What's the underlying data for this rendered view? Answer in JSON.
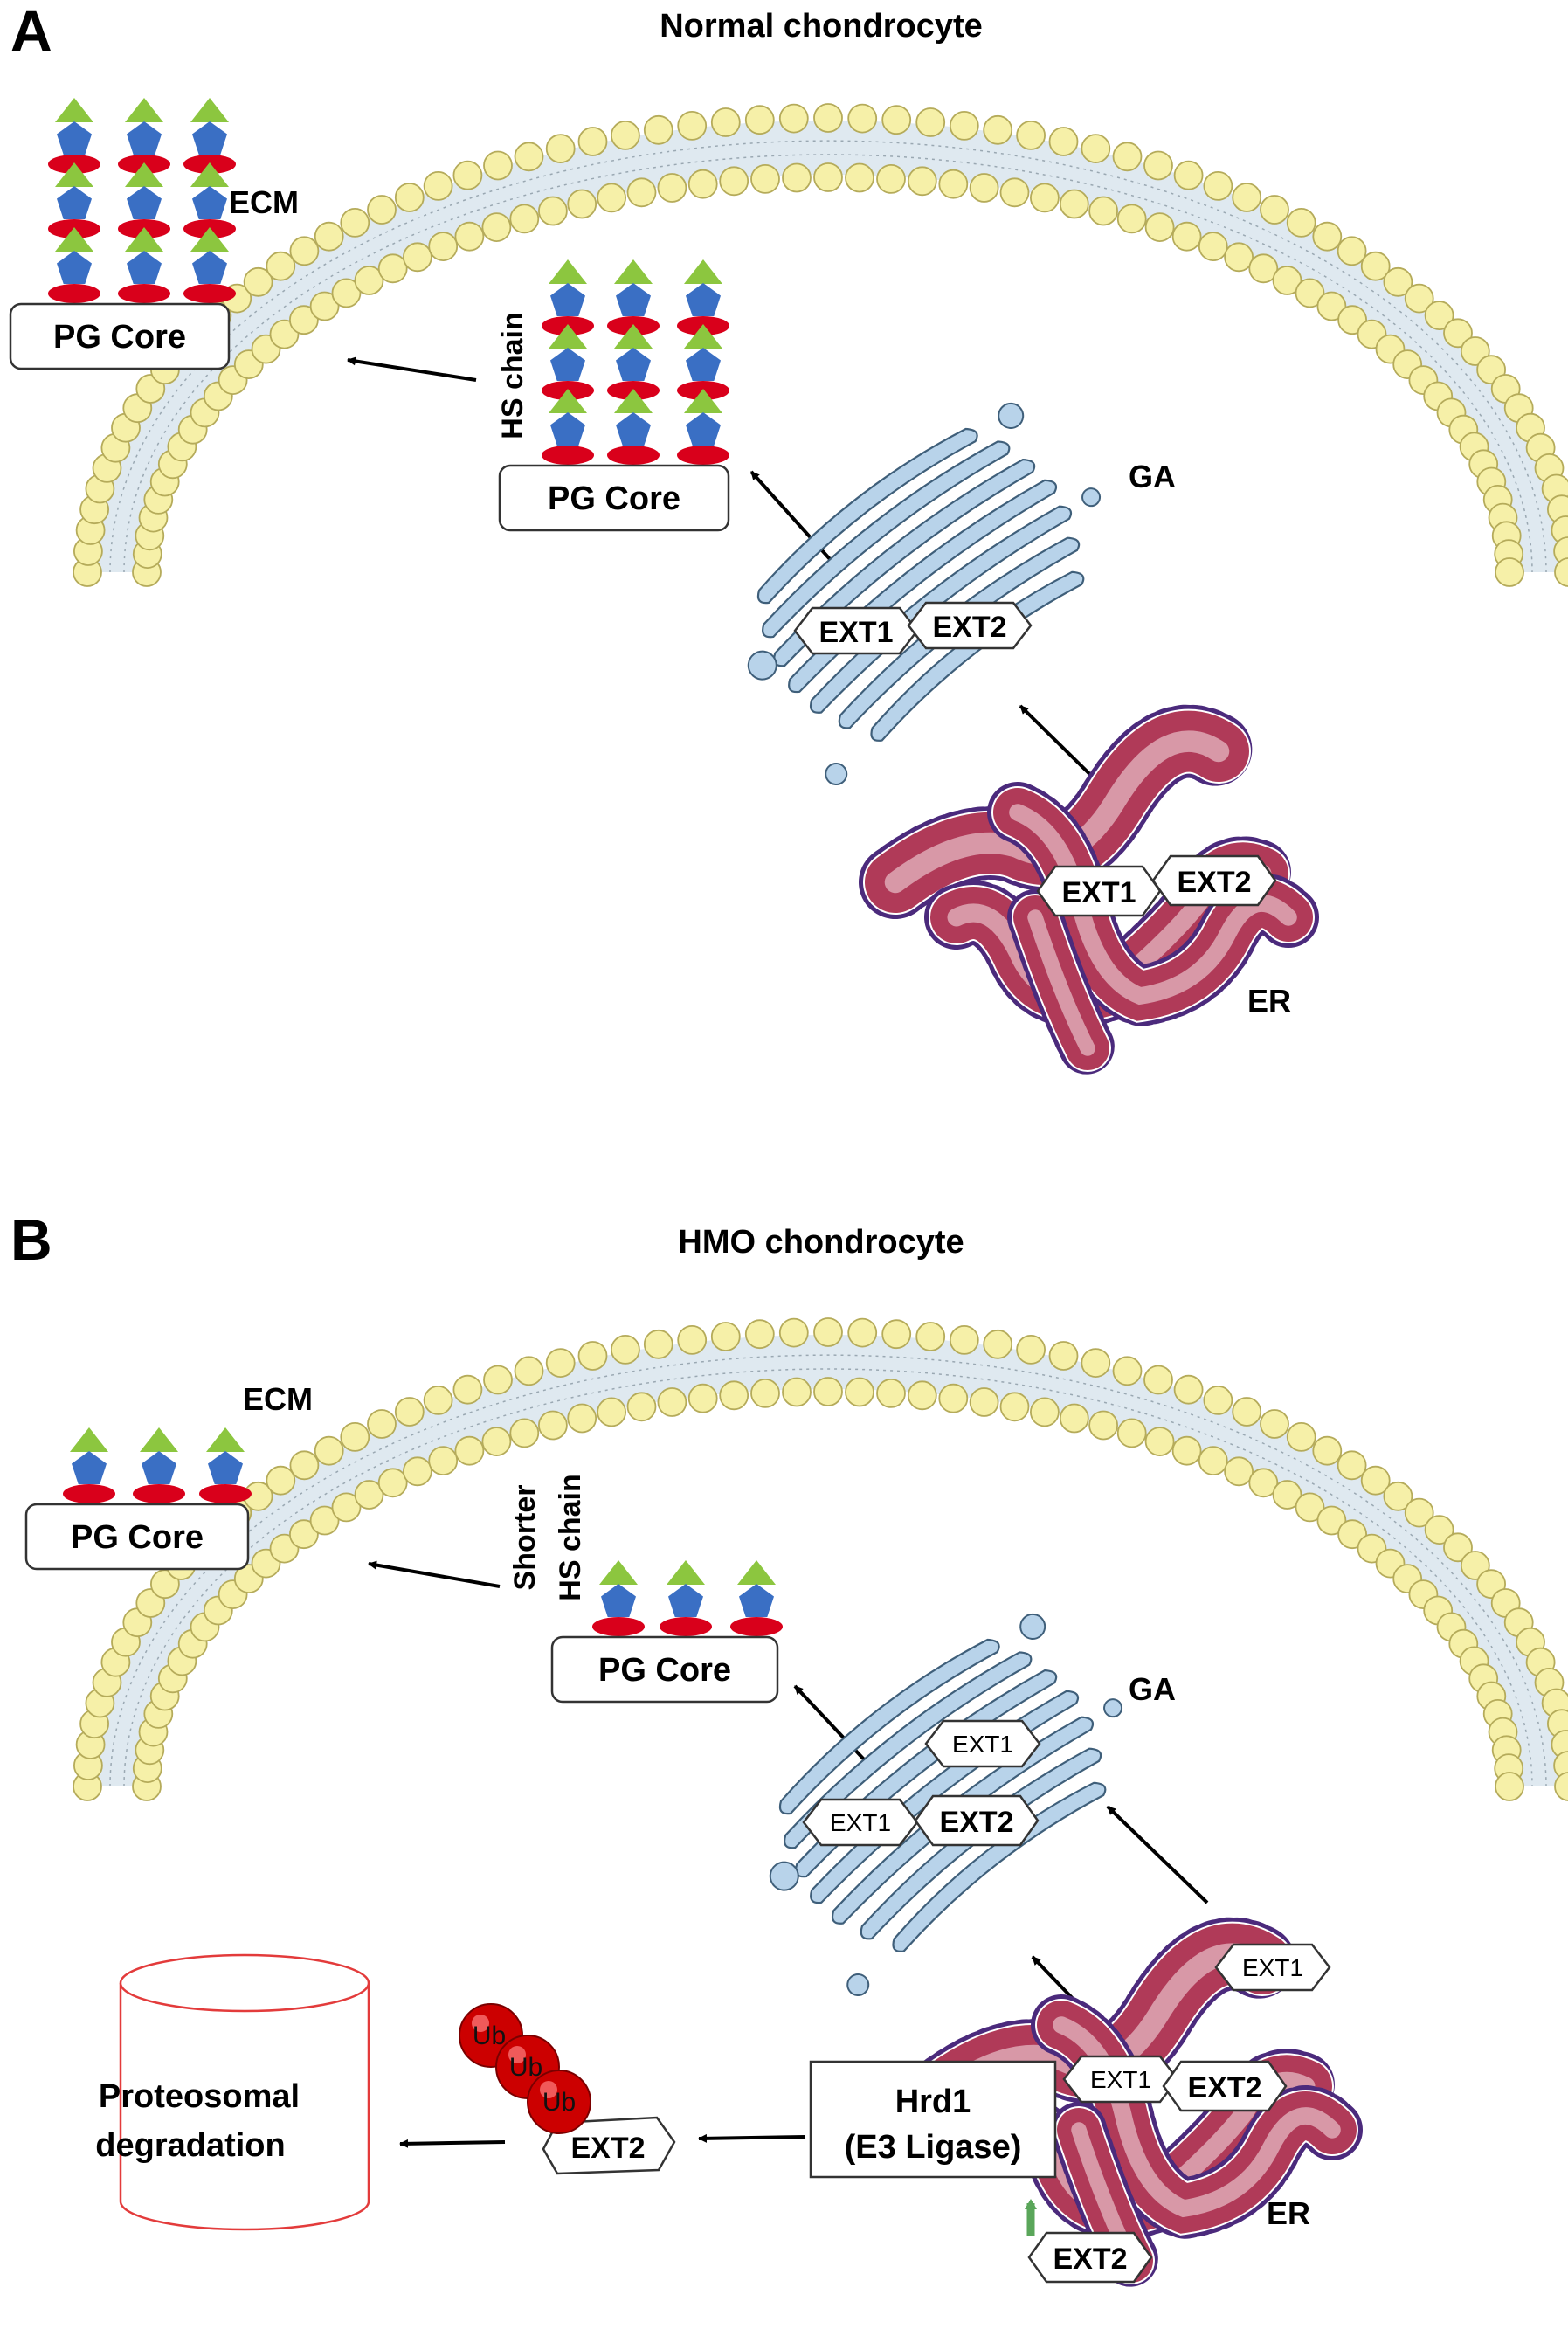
{
  "panel_a": {
    "letter": "A",
    "title": "Normal chondrocyte",
    "ecm_label": "ECM",
    "pg_core_outer": "PG Core",
    "pg_core_inner": "PG Core",
    "hs_chain_label": "HS chain",
    "ga_label": "GA",
    "er_label": "ER",
    "ga_ext1": "EXT1",
    "ga_ext2": "EXT2",
    "er_ext1": "EXT1",
    "er_ext2": "EXT2"
  },
  "panel_b": {
    "letter": "B",
    "title": "HMO chondrocyte",
    "ecm_label": "ECM",
    "pg_core_outer": "PG Core",
    "pg_core_inner": "PG Core",
    "hs_chain_line1": "Shorter",
    "hs_chain_line2": "HS chain",
    "ga_label": "GA",
    "er_label": "ER",
    "ga_ext1_top": "EXT1",
    "ga_ext1_left": "EXT1",
    "ga_ext2": "EXT2",
    "er_ext1_top": "EXT1",
    "er_ext1_mid": "EXT1",
    "er_ext2_mid": "EXT2",
    "er_ext2_bottom": "EXT2",
    "hrd1_line1": "Hrd1",
    "hrd1_line2": "(E3 Ligase)",
    "ub_1": "Ub",
    "ub_2": "Ub",
    "ub_3": "Ub",
    "degraded_ext2": "EXT2",
    "proteasome_line1": "Proteosomal",
    "proteasome_line2": "degradation"
  },
  "colors": {
    "lipid_head": "#f6f0a8",
    "lipid_stroke": "#b5ab5a",
    "membrane_band": "#dfe9f0",
    "hs_triangle": "#8cc63f",
    "hs_pentagon": "#3a6fc4",
    "hs_oval": "#d9001b",
    "golgi_fill": "#b8d3ea",
    "golgi_stroke": "#3f5f7a",
    "er_fill": "#b03a58",
    "er_light": "#e2b0bc",
    "er_dots": "#4b2a7c",
    "ub_red": "#cc0000",
    "proteasome_red": "#e33b3b",
    "green_arrow": "#5aa65a"
  }
}
